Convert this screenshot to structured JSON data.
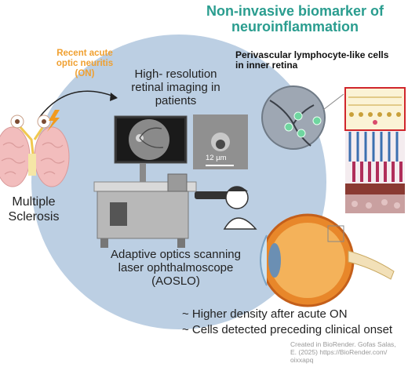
{
  "headline": [
    "Non-invasive biomarker of",
    "neuroinflammation"
  ],
  "recent_onset": [
    "Recent acute",
    "optic neuritis",
    "(ON)"
  ],
  "imaging_label": [
    "High- resolution",
    "retinal imaging in",
    "patients"
  ],
  "perivascular_label": [
    "Perivascular  lymphocyte-like  cells",
    "in inner retina"
  ],
  "disease_label": [
    "Multiple",
    "Sclerosis"
  ],
  "scale_bar": "12 µm",
  "instrument_label": [
    "Adaptive optics scanning",
    "laser ophthalmoscope",
    "(AOSLO)"
  ],
  "findings": [
    "~ Higher density  after acute ON",
    "~ Cells detected preceding clinical onset"
  ],
  "credit": [
    "Created in BioRender. Gofas Salas,",
    "E. (2025) https://BioRender.com/",
    "oixxapq"
  ],
  "colors": {
    "headline": "#2a9d8f",
    "onset": "#f0a030",
    "circle": "#bccfe3",
    "cells": "#6fd6a0"
  }
}
